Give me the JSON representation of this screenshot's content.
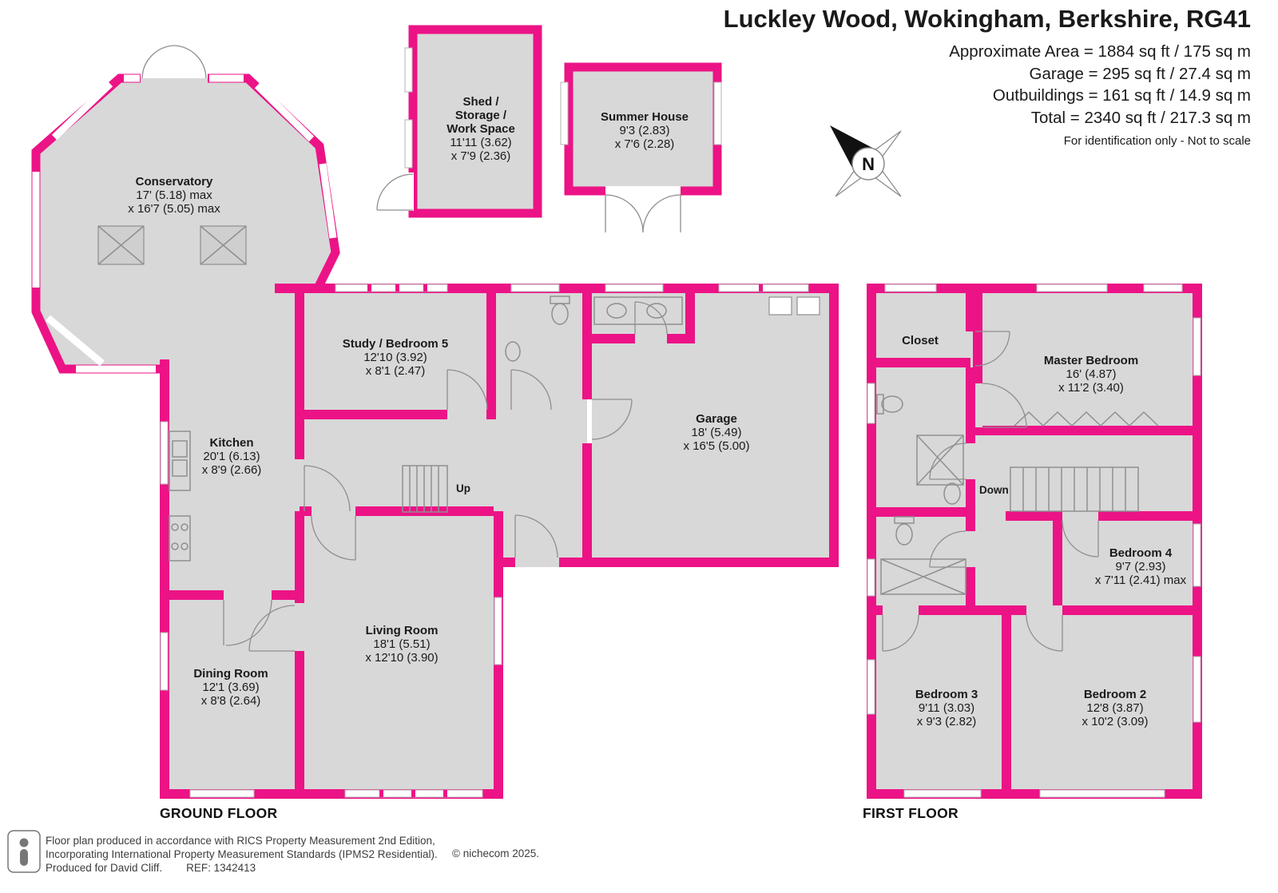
{
  "colors": {
    "wall": "#ec1386",
    "floor": "#d8d8d8",
    "fixture": "#8f8f8f",
    "text": "#1a1a1a"
  },
  "header": {
    "title": "Luckley Wood, Wokingham, Berkshire, RG41",
    "lines": [
      "Approximate Area = 1884 sq ft / 175 sq m",
      "Garage = 295 sq ft / 27.4 sq m",
      "Outbuildings = 161 sq ft / 14.9 sq m",
      "Total = 2340 sq ft / 217.3 sq m"
    ],
    "disclaimer": "For identification only - Not to scale"
  },
  "compass": {
    "label": "N"
  },
  "ground": {
    "label": "GROUND FLOOR",
    "rooms": {
      "conservatory": {
        "name": "Conservatory",
        "dim1": "17' (5.18) max",
        "dim2": "x 16'7 (5.05) max"
      },
      "shed": {
        "name1": "Shed /",
        "name2": "Storage /",
        "name3": "Work Space",
        "dim1": "11'11 (3.62)",
        "dim2": "x 7'9 (2.36)"
      },
      "summer_house": {
        "name": "Summer House",
        "dim1": "9'3 (2.83)",
        "dim2": "x 7'6 (2.28)"
      },
      "study": {
        "name": "Study / Bedroom 5",
        "dim1": "12'10 (3.92)",
        "dim2": "x 8'1 (2.47)"
      },
      "kitchen": {
        "name": "Kitchen",
        "dim1": "20'1 (6.13)",
        "dim2": "x 8'9 (2.66)"
      },
      "garage": {
        "name": "Garage",
        "dim1": "18' (5.49)",
        "dim2": "x 16'5 (5.00)"
      },
      "living_room": {
        "name": "Living Room",
        "dim1": "18'1 (5.51)",
        "dim2": "x 12'10 (3.90)"
      },
      "dining_room": {
        "name": "Dining Room",
        "dim1": "12'1 (3.69)",
        "dim2": "x 8'8 (2.64)"
      },
      "stairs": {
        "label": "Up"
      }
    }
  },
  "first": {
    "label": "FIRST FLOOR",
    "rooms": {
      "closet": {
        "name": "Closet"
      },
      "master_bedroom": {
        "name": "Master Bedroom",
        "dim1": "16' (4.87)",
        "dim2": "x 11'2 (3.40)"
      },
      "bedroom4": {
        "name": "Bedroom 4",
        "dim1": "9'7 (2.93)",
        "dim2": "x 7'11 (2.41) max"
      },
      "bedroom3": {
        "name": "Bedroom 3",
        "dim1": "9'11 (3.03)",
        "dim2": "x 9'3 (2.82)"
      },
      "bedroom2": {
        "name": "Bedroom 2",
        "dim1": "12'8 (3.87)",
        "dim2": "x 10'2 (3.09)"
      },
      "stairs": {
        "label": "Down"
      }
    }
  },
  "footer": {
    "line1": "Floor plan produced in accordance with RICS Property Measurement 2nd Edition,",
    "line2": "Incorporating International Property Measurement Standards (IPMS2 Residential).",
    "produced": "Produced for David Cliff.",
    "ref": "REF:  1342413",
    "copyright": "© nichecom 2025."
  }
}
